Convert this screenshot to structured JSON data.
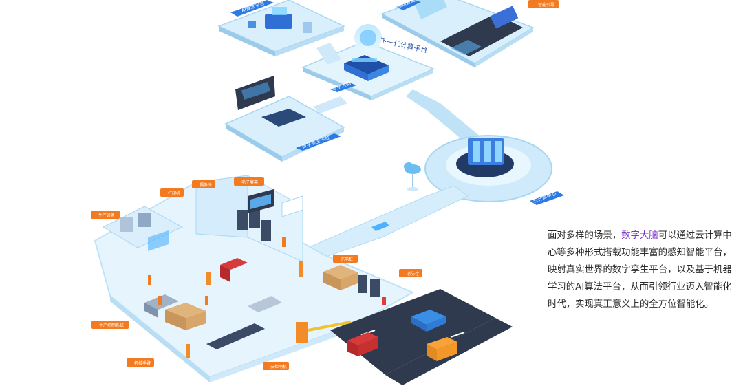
{
  "platforms": {
    "ai_algo": "AI算法平台",
    "perception": "感知智能",
    "digital_twin": "数字孪生平台",
    "digital_brain": "数字大脑",
    "hologram": "下一代计算平台",
    "cloud_center": "云计算中心"
  },
  "tags": {
    "smart_guide": "智能引导",
    "printer": "打印机",
    "camera": "摄像头",
    "e_screen": "电子屏幕",
    "production_equipment": "生产设备",
    "production_control": "生产控制系统",
    "power_cabinet": "充电桩",
    "fire_hydrant": "消防栓",
    "robot_arm": "机械手臂",
    "safety_fence": "安检闸机"
  },
  "description": {
    "before": "面对多样的场景，",
    "highlight": "数字大脑",
    "after": "可以通过云计算中心等多种形式搭载功能丰富的感知智能平台，映射真实世界的数字孪生平台，以及基于机器学习的AI算法平台，从而引领行业迈入智能化时代，实现真正意义上的全方位智能化。"
  },
  "colors": {
    "tag_orange": "#f47a1f",
    "platform_blue": "#2c7be5",
    "floor_light": "#e6f4fd",
    "floor_edge": "#bfe2f7",
    "road_dark": "#2f3a4f",
    "highlight_purple": "#7b35c8"
  }
}
